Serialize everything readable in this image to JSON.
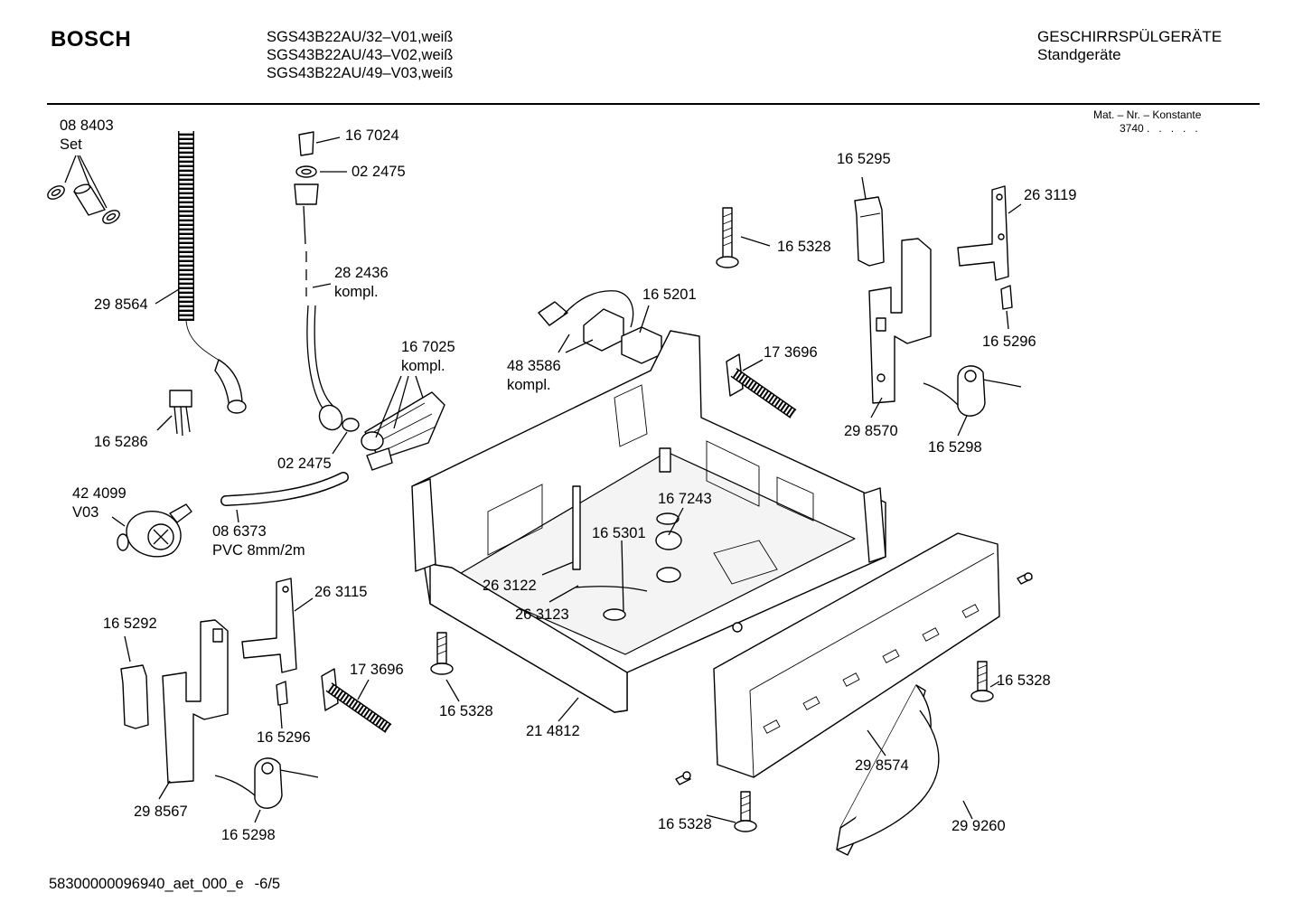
{
  "header": {
    "brand": "BOSCH",
    "models": [
      "SGS43B22AU/32–V01,weiß",
      "SGS43B22AU/43–V02,weiß",
      "SGS43B22AU/49–V03,weiß"
    ],
    "category_line1": "GESCHIRRSPÜLGERÄTE",
    "category_line2": "Standgeräte",
    "matnr_label": "Mat. – Nr. – Konstante",
    "matnr_value": "3740",
    "matnr_dots": " .   .   .   .   ."
  },
  "footer": {
    "doc_id": "58300000096940_aet_000_e",
    "page": "-6/5"
  },
  "parts": [
    {
      "id": "p1",
      "lines": [
        "08 8403",
        "Set"
      ]
    },
    {
      "id": "p2",
      "lines": [
        "29 8564"
      ]
    },
    {
      "id": "p3",
      "lines": [
        "16 5286"
      ]
    },
    {
      "id": "p4",
      "lines": [
        "42 4099",
        "V03"
      ]
    },
    {
      "id": "p5",
      "lines": [
        "16 7024"
      ]
    },
    {
      "id": "p6",
      "lines": [
        "02 2475"
      ]
    },
    {
      "id": "p7",
      "lines": [
        "28 2436",
        "kompl."
      ]
    },
    {
      "id": "p8",
      "lines": [
        "16 7025",
        "kompl."
      ]
    },
    {
      "id": "p9",
      "lines": [
        "02 2475"
      ]
    },
    {
      "id": "p10",
      "lines": [
        "08 6373",
        "PVC 8mm/2m"
      ]
    },
    {
      "id": "p11",
      "lines": [
        "16 5201"
      ]
    },
    {
      "id": "p12",
      "lines": [
        "48 3586",
        "kompl."
      ]
    },
    {
      "id": "p13",
      "lines": [
        "16 5328"
      ]
    },
    {
      "id": "p14",
      "lines": [
        "17 3696"
      ]
    },
    {
      "id": "p15",
      "lines": [
        "16 5295"
      ]
    },
    {
      "id": "p16",
      "lines": [
        "26 3119"
      ]
    },
    {
      "id": "p17",
      "lines": [
        "16 5296"
      ]
    },
    {
      "id": "p18",
      "lines": [
        "29 8570"
      ]
    },
    {
      "id": "p19",
      "lines": [
        "16 5298"
      ]
    },
    {
      "id": "p20",
      "lines": [
        "16 7243"
      ]
    },
    {
      "id": "p21",
      "lines": [
        "16 5301"
      ]
    },
    {
      "id": "p22",
      "lines": [
        "26 3122"
      ]
    },
    {
      "id": "p23",
      "lines": [
        "26 3123"
      ]
    },
    {
      "id": "p24",
      "lines": [
        "26 3115"
      ]
    },
    {
      "id": "p25",
      "lines": [
        "16 5292"
      ]
    },
    {
      "id": "p26",
      "lines": [
        "17 3696"
      ]
    },
    {
      "id": "p27",
      "lines": [
        "16 5296"
      ]
    },
    {
      "id": "p28",
      "lines": [
        "29 8567"
      ]
    },
    {
      "id": "p29",
      "lines": [
        "16 5298"
      ]
    },
    {
      "id": "p30",
      "lines": [
        "16 5328"
      ]
    },
    {
      "id": "p31",
      "lines": [
        "21 4812"
      ]
    },
    {
      "id": "p32",
      "lines": [
        "16 5328"
      ]
    },
    {
      "id": "p33",
      "lines": [
        "29 8574"
      ]
    },
    {
      "id": "p34",
      "lines": [
        "16 5328"
      ]
    },
    {
      "id": "p35",
      "lines": [
        "29 9260"
      ]
    }
  ]
}
